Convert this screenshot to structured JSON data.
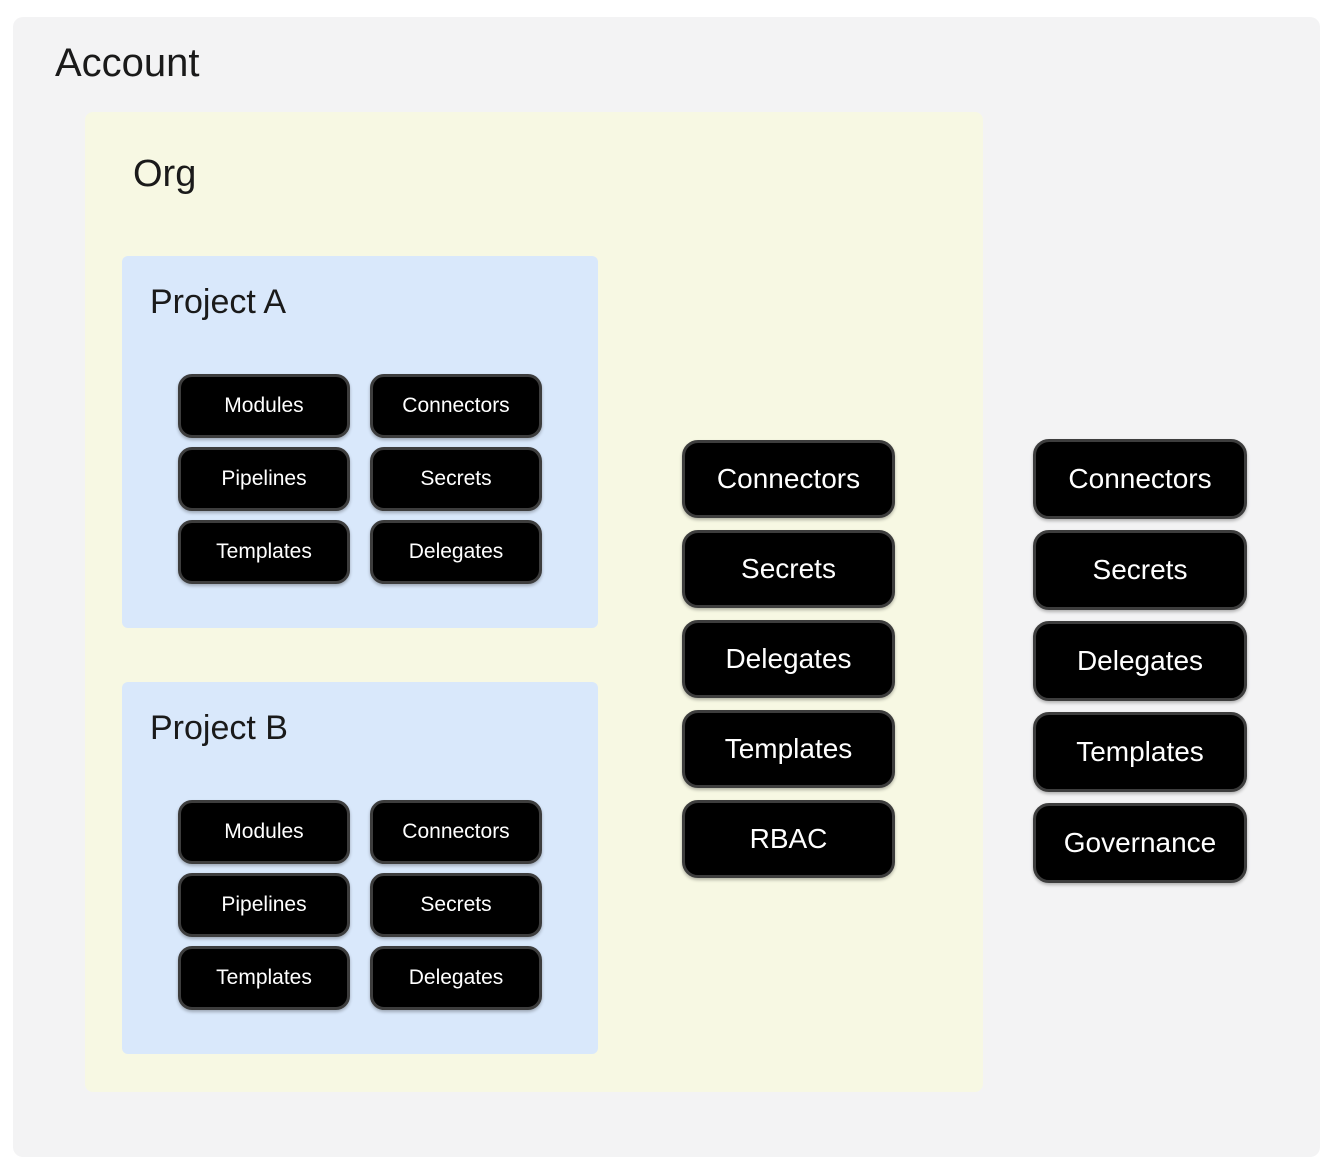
{
  "account": {
    "title": "Account",
    "chips": [
      "Connectors",
      "Secrets",
      "Delegates",
      "Templates",
      "Governance"
    ]
  },
  "org": {
    "title": "Org",
    "chips": [
      "Connectors",
      "Secrets",
      "Delegates",
      "Templates",
      "RBAC"
    ],
    "projects": [
      {
        "title": "Project A",
        "chips": [
          "Modules",
          "Connectors",
          "Pipelines",
          "Secrets",
          "Templates",
          "Delegates"
        ]
      },
      {
        "title": "Project B",
        "chips": [
          "Modules",
          "Connectors",
          "Pipelines",
          "Secrets",
          "Templates",
          "Delegates"
        ]
      }
    ]
  },
  "colors": {
    "page_bg": "#ffffff",
    "account_bg": "#f3f3f4",
    "org_bg": "#f7f8e3",
    "project_bg": "#d9e8fb",
    "chip_bg": "#000000",
    "chip_border": "#3d3d3d",
    "chip_text": "#ffffff",
    "title_text": "#1a1a1a"
  }
}
